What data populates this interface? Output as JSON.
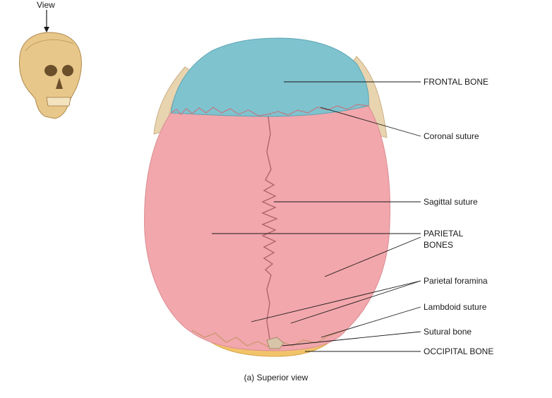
{
  "inset": {
    "view_label": "View"
  },
  "labels": {
    "frontal_bone": "FRONTAL BONE",
    "coronal_suture": "Coronal suture",
    "sagittal_suture": "Sagittal suture",
    "parietal_bones_line1": "PARIETAL",
    "parietal_bones_line2": "BONES",
    "parietal_foramina": "Parietal foramina",
    "lambdoid_suture": "Lambdoid suture",
    "sutural_bone": "Sutural bone",
    "occipital_bone": "OCCIPITAL BONE"
  },
  "caption": "(a) Superior view",
  "colors": {
    "frontal": "#7fc3cf",
    "parietal": "#f2a7ac",
    "occipital": "#f2c46a",
    "skull_inset": "#e7c78a",
    "leader": "#1a1a1a"
  }
}
